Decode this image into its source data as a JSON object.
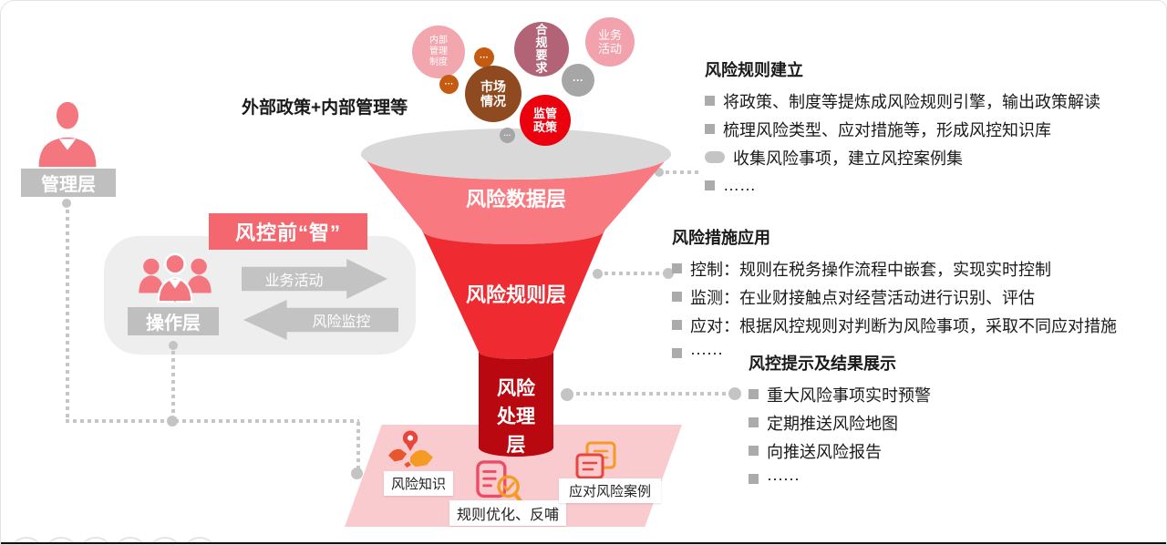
{
  "source_label": "外部政策+内部管理等",
  "left": {
    "management_label": "管理层",
    "operation_label": "操作层",
    "smart_box_label": "风控前“智”",
    "arrow_forward_label": "业务活动",
    "arrow_back_label": "风险监控"
  },
  "funnel": {
    "layer_data": "风险数据层",
    "layer_rules": "风险规则层",
    "layer_handling": "风险\n处理\n层",
    "bubbles": [
      {
        "name": "internal-management-system",
        "text": "内部\n管理\n制度",
        "color": "#F2A6AE"
      },
      {
        "name": "dots-orange-1",
        "text": "···",
        "color": "#C55A11"
      },
      {
        "name": "dots-orange-2",
        "text": "···",
        "color": "#C55A11"
      },
      {
        "name": "market-situation",
        "text": "市场\n情况",
        "color": "#8F4A20"
      },
      {
        "name": "compliance-requirements",
        "text": "合\n规\n要\n求",
        "color": "#B26476"
      },
      {
        "name": "business-activities",
        "text": "业务\n活动",
        "color": "#F2A2AC"
      },
      {
        "name": "regulatory-policy",
        "text": "监管\n政策",
        "color": "#EB000E"
      },
      {
        "name": "dots-gray-1",
        "text": "···",
        "color": "#A6A6A6"
      },
      {
        "name": "dots-gray-2",
        "text": "···",
        "color": "#A6A6A6"
      }
    ]
  },
  "right_blocks": [
    {
      "title": "风险规则建立",
      "items": [
        "将政策、制度等提炼成风险规则引擎，输出政策解读",
        "梳理风险类型、应对措施等，形成风控知识库",
        "收集风险事项，建立风控案例集",
        "……"
      ]
    },
    {
      "title": "风险措施应用",
      "items": [
        "控制：规则在税务操作流程中嵌套，实现实时控制",
        "监测：在业财接触点对经营活动进行识别、评估",
        "应对：根据风控规则对判断为风险事项，采取不同应对措施",
        "······"
      ]
    },
    {
      "title": "风控提示及结果展示",
      "items": [
        "重大风险事项实时预警",
        "定期推送风险地图",
        "向推送风险报告",
        "······"
      ]
    }
  ],
  "bottom": {
    "knowledge_label": "风险知识",
    "optimize_label": "规则优化、反哺",
    "cases_label": "应对风险案例"
  },
  "colors": {
    "funnel_top_ellipse": "#D9D9D9",
    "funnel_pink": "#F8797F",
    "funnel_red": "#EF2A31",
    "funnel_stem_dark_red": "#B90810",
    "divider_gray": "#7E7E7E",
    "accent_box_pink": "#F4676F",
    "label_gray": "#BFBFBF",
    "panel_gray": "#EFEEEE",
    "parallelogram_pink": "#FACBCE",
    "bullet_gray": "#ABABAB",
    "person_pink": "#F4767E"
  }
}
